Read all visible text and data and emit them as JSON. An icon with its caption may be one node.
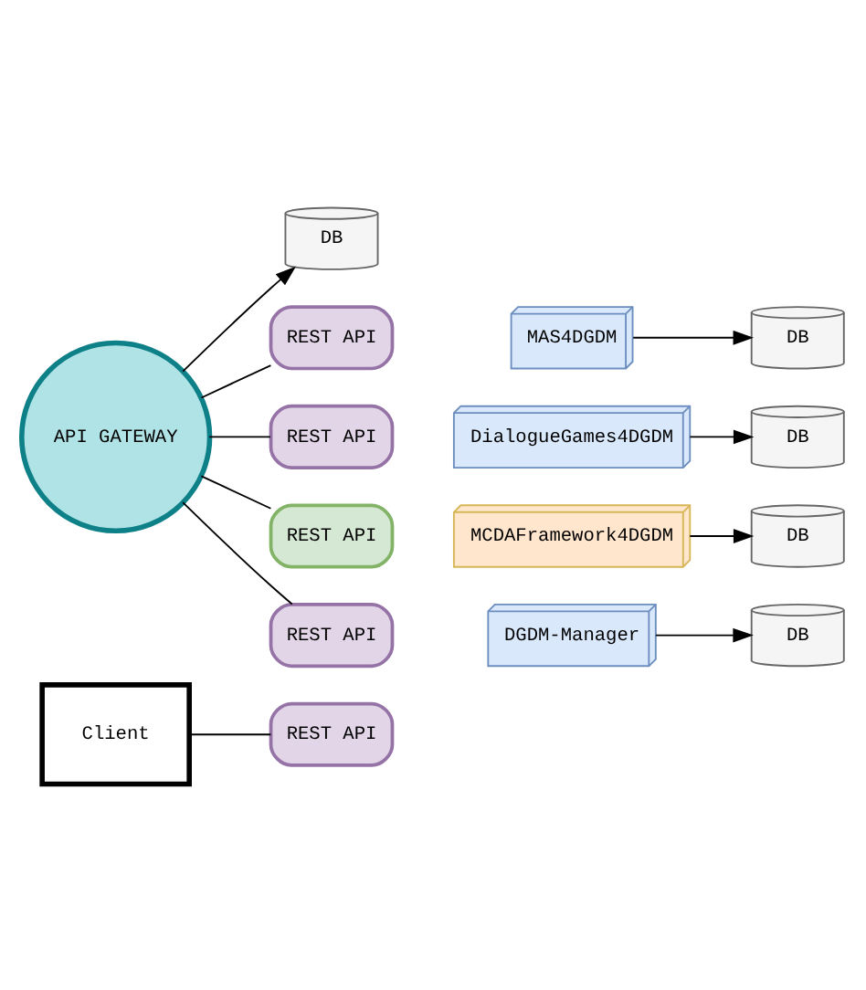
{
  "diagram": {
    "nodes": [
      {
        "text": [
          "Client"
        ]
      },
      {
        "text": [
          "REST API"
        ]
      },
      {
        "text": [
          "API GATEWAY"
        ]
      },
      {
        "text": [
          "DB"
        ]
      },
      {
        "text": [
          "REST API"
        ]
      },
      {
        "text": [
          "MAS4DGDM"
        ]
      },
      {
        "text": [
          "DB"
        ]
      },
      {
        "text": [
          "REST API"
        ]
      },
      {
        "text": [
          "DialogueGames4DGDM"
        ]
      },
      {
        "text": [
          "DB"
        ]
      },
      {
        "text": [
          "REST API"
        ]
      },
      {
        "text": [
          "MCDAFramework4DGDM"
        ]
      },
      {
        "text": [
          "DB"
        ]
      },
      {
        "text": [
          "REST API"
        ]
      },
      {
        "text": [
          "DGDM-Manager"
        ]
      },
      {
        "text": [
          "DB"
        ]
      }
    ],
    "edges": [
      {
        "from": 0,
        "to": 1,
        "arrow": "none"
      },
      {
        "from": 2,
        "to": 3,
        "arrow": "to"
      },
      {
        "from": 2,
        "to": 4,
        "arrow": "none"
      },
      {
        "from": 5,
        "to": 6,
        "arrow": "to"
      },
      {
        "from": 2,
        "to": 7,
        "arrow": "none"
      },
      {
        "from": 8,
        "to": 9,
        "arrow": "to"
      },
      {
        "from": 2,
        "to": 10,
        "arrow": "none"
      },
      {
        "from": 11,
        "to": 12,
        "arrow": "to"
      },
      {
        "from": 2,
        "to": 13,
        "arrow": "none"
      },
      {
        "from": 14,
        "to": 15,
        "arrow": "to"
      }
    ]
  }
}
